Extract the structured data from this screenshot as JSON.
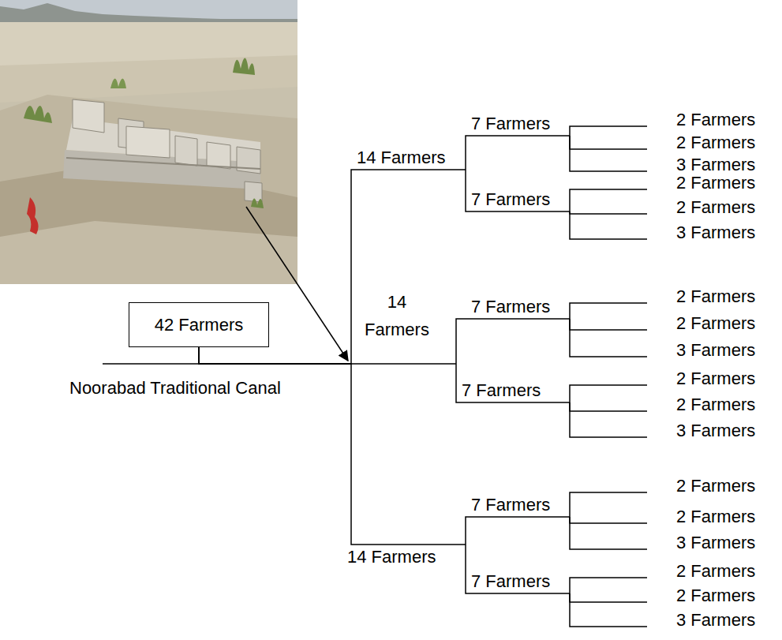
{
  "diagram": {
    "nodes": [
      {
        "text": [
          "42 Farmers"
        ]
      },
      {
        "text": [
          "14 Farmers"
        ]
      },
      {
        "text": [
          "7 Farmers"
        ]
      },
      {
        "text": [
          "2 Farmers"
        ]
      },
      {
        "text": [
          "2 Farmers"
        ]
      },
      {
        "text": [
          "3 Farmers"
        ]
      },
      {
        "text": [
          "7 Farmers"
        ]
      },
      {
        "text": [
          "2 Farmers"
        ]
      },
      {
        "text": [
          "2 Farmers"
        ]
      },
      {
        "text": [
          "3 Farmers"
        ]
      },
      {
        "text": [
          "14 Farmers"
        ]
      },
      {
        "text": [
          "7 Farmers"
        ]
      },
      {
        "text": [
          "2 Farmers"
        ]
      },
      {
        "text": [
          "2 Farmers"
        ]
      },
      {
        "text": [
          "3 Farmers"
        ]
      },
      {
        "text": [
          "7 Farmers"
        ]
      },
      {
        "text": [
          "2 Farmers"
        ]
      },
      {
        "text": [
          "2 Farmers"
        ]
      },
      {
        "text": [
          "3 Farmers"
        ]
      },
      {
        "text": [
          "14 Farmers"
        ]
      },
      {
        "text": [
          "7 Farmers"
        ]
      },
      {
        "text": [
          "2 Farmers"
        ]
      },
      {
        "text": [
          "2 Farmers"
        ]
      },
      {
        "text": [
          "3 Farmers"
        ]
      },
      {
        "text": [
          "7 Farmers"
        ]
      },
      {
        "text": [
          "2 Farmers"
        ]
      },
      {
        "text": [
          "2 Farmers"
        ]
      },
      {
        "text": [
          "3 Farmers"
        ]
      }
    ],
    "edges": [
      {
        "from": 0,
        "to": 1,
        "arrow": "none"
      },
      {
        "from": 0,
        "to": 10,
        "arrow": "none"
      },
      {
        "from": 0,
        "to": 19,
        "arrow": "none"
      },
      {
        "from": 1,
        "to": 2,
        "arrow": "none"
      },
      {
        "from": 1,
        "to": 6,
        "arrow": "none"
      },
      {
        "from": 2,
        "to": 3,
        "arrow": "none"
      },
      {
        "from": 2,
        "to": 4,
        "arrow": "none"
      },
      {
        "from": 2,
        "to": 5,
        "arrow": "none"
      },
      {
        "from": 6,
        "to": 7,
        "arrow": "none"
      },
      {
        "from": 6,
        "to": 8,
        "arrow": "none"
      },
      {
        "from": 6,
        "to": 9,
        "arrow": "none"
      },
      {
        "from": 10,
        "to": 11,
        "arrow": "none"
      },
      {
        "from": 10,
        "to": 15,
        "arrow": "none"
      },
      {
        "from": 11,
        "to": 12,
        "arrow": "none"
      },
      {
        "from": 11,
        "to": 13,
        "arrow": "none"
      },
      {
        "from": 11,
        "to": 14,
        "arrow": "none"
      },
      {
        "from": 15,
        "to": 16,
        "arrow": "none"
      },
      {
        "from": 15,
        "to": 17,
        "arrow": "none"
      },
      {
        "from": 15,
        "to": 18,
        "arrow": "none"
      },
      {
        "from": 19,
        "to": 20,
        "arrow": "none"
      },
      {
        "from": 19,
        "to": 24,
        "arrow": "none"
      },
      {
        "from": 20,
        "to": 21,
        "arrow": "none"
      },
      {
        "from": 20,
        "to": 22,
        "arrow": "none"
      },
      {
        "from": 20,
        "to": 23,
        "arrow": "none"
      },
      {
        "from": 24,
        "to": 25,
        "arrow": "none"
      },
      {
        "from": 24,
        "to": 26,
        "arrow": "none"
      },
      {
        "from": 24,
        "to": 27,
        "arrow": "none"
      }
    ],
    "labels": [
      "Noorabad Traditional Canal"
    ]
  }
}
